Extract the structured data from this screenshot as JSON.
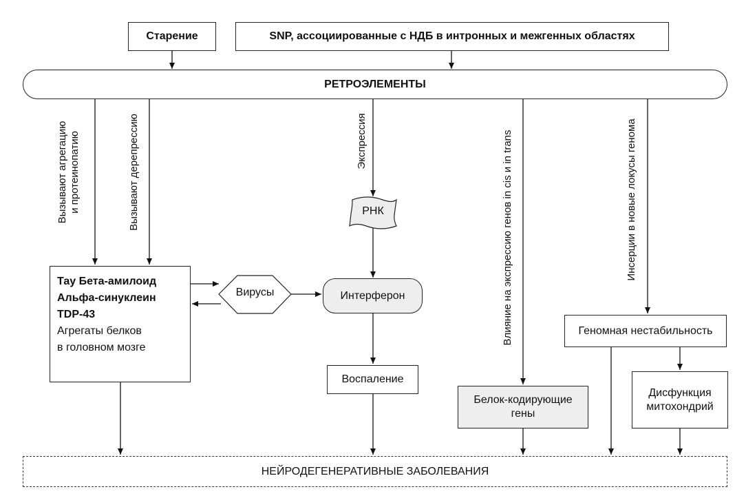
{
  "nodes": {
    "aging": "Старение",
    "snp": "SNP, ассоциированные с НДБ в интронных и межгенных областях",
    "retroelements": "РЕТРОЭЛЕМЕНТЫ",
    "rna": "РНК",
    "interferon": "Интерферон",
    "viruses": "Вирусы",
    "inflammation": "Воспаление",
    "protein_coding_genes": "Белок-кодирующие гены",
    "genomic_instability": "Геномная нестабильность",
    "mito_dysfunction": "Дисфункция митохондрий",
    "neurodegenerative": "НЕЙРОДЕГЕНЕРАТИВНЫЕ ЗАБОЛЕВАНИЯ",
    "proteins": {
      "line1": "Тау  Бета-амилоид",
      "line2": "Альфа-синуклеин",
      "line3": "TDP-43",
      "line4": "Агрегаты белков",
      "line5": "в головном мозге"
    }
  },
  "edge_labels": {
    "aggregation": "Вызывают агрегацию",
    "proteinopathy": "и протеинопатию",
    "derepression": "Вызывают дерепрессию",
    "expression": "Экспрессия",
    "gene_expression_influence": "Влияние на экспрессию генов in cis и in trans",
    "insertions": "Инсерции в новые локусы генома"
  }
}
